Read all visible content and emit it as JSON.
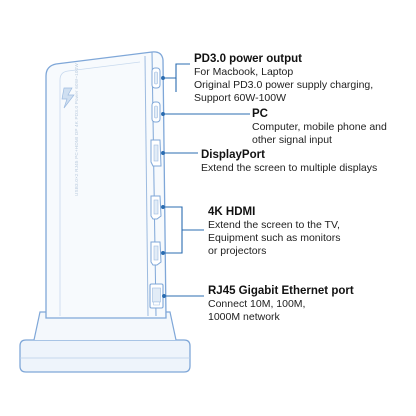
{
  "colors": {
    "device_outline": "#7fa7d8",
    "device_fill": "#eef4fb",
    "connector": "#2b6cb0",
    "text": "#111111"
  },
  "device": {
    "logo_icon": "thunderbolt-logo-icon",
    "side_print": "USB3.0×2 RJ45 PC+HDMI DP 4K PD3.0 Power 60W~100W",
    "ports": [
      "pd-port-icon",
      "pc-port-icon",
      "displayport-icon",
      "hdmi-port-icon",
      "hdmi-port-icon",
      "rj45-port-icon"
    ]
  },
  "callouts": [
    {
      "title": "PD3.0 power output",
      "lines": [
        "For Macbook, Laptop",
        "Original PD3.0 power supply charging,",
        "Support 60W-100W"
      ]
    },
    {
      "title": "PC",
      "lines": [
        "Computer, mobile phone and",
        "other signal input"
      ]
    },
    {
      "title": "DisplayPort",
      "lines": [
        "Extend the screen to multiple displays"
      ]
    },
    {
      "title": "4K HDMI",
      "lines": [
        "Extend the screen to the TV,",
        "Equipment such as monitors",
        "or projectors"
      ]
    },
    {
      "title": "RJ45 Gigabit Ethernet port",
      "lines": [
        "Connect 10M, 100M,",
        "1000M network"
      ]
    }
  ]
}
